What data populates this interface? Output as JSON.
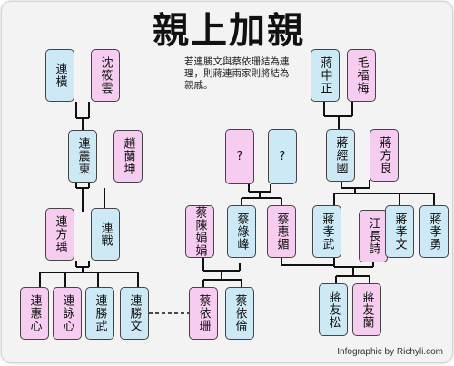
{
  "title": "親上加親",
  "caption": "若連勝文與蔡依珊結為連理，則蔣連兩家則將結為親戚。",
  "credit": "Infographic by Richyli.com",
  "colors": {
    "male": "#cde9f6",
    "female": "#f6cdf0",
    "line": "#111111"
  },
  "people": {
    "lian_heng": "連橫",
    "shen_shao_yun": "沈筱雲",
    "lian_zhen_dong": "連震東",
    "zhao_lan_kun": "趙蘭坤",
    "lian_fang_yu": "連方瑀",
    "lian_zhan": "連戰",
    "lian_hui_xin": "連惠心",
    "lian_yong_xin": "連詠心",
    "lian_sheng_wu": "連勝武",
    "lian_sheng_wen": "連勝文",
    "unknown_father": "?",
    "unknown_mother": "?",
    "cai_chen_juan_juan": "蔡陳娟娟",
    "cai_lu_feng": "蔡綠峰",
    "cai_hui_mei": "蔡惠媚",
    "cai_yi_shan": "蔡依珊",
    "cai_yi_lun": "蔡依倫",
    "chiang_chung_cheng": "蔣中正",
    "mao_fu_mei": "毛福梅",
    "chiang_ching_kuo": "蔣經國",
    "chiang_fang_liang": "蔣方良",
    "chiang_hsiao_wu": "蔣孝武",
    "wang_chang_shih": "汪長詩",
    "chiang_hsiao_wen": "蔣孝文",
    "chiang_hsiao_yung": "蔣孝勇",
    "chiang_yu_sung": "蔣友松",
    "chiang_yu_lan": "蔣友蘭"
  }
}
